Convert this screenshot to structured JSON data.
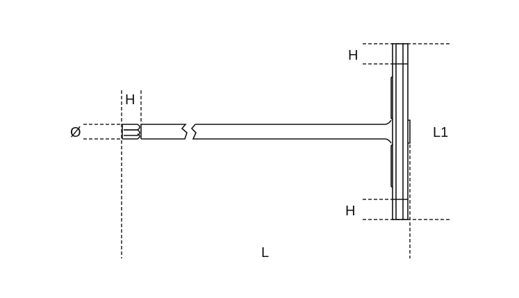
{
  "labels": {
    "tip_hex_size": "H",
    "diameter": "Ø",
    "length": "L",
    "handle_length": "L1",
    "handle_top_hex": "H",
    "handle_bottom_hex": "H"
  }
}
